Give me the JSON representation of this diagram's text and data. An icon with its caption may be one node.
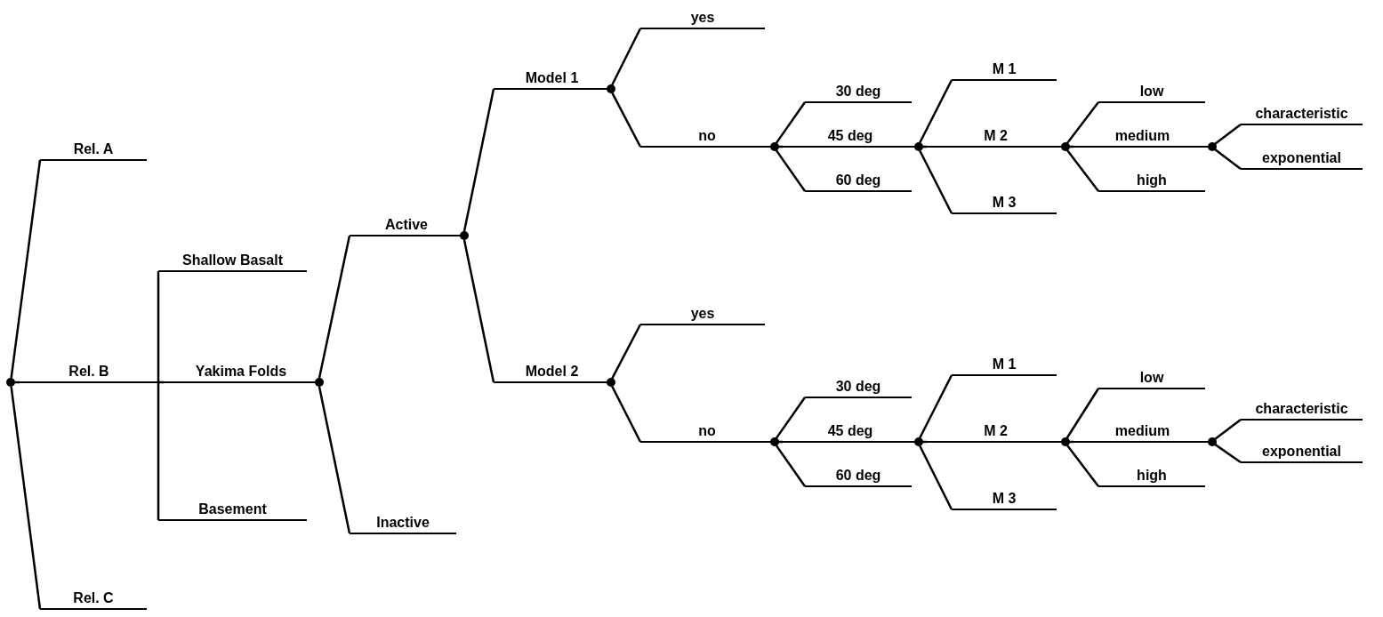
{
  "diagram": {
    "nodes": [
      {
        "text": [],
        "shape": "circle"
      },
      {
        "text": [
          "Rel. A"
        ]
      },
      {
        "text": [
          "Rel. B"
        ]
      },
      {
        "text": [
          "Rel. C"
        ]
      },
      {
        "text": [
          "Shallow Basalt"
        ]
      },
      {
        "text": [
          "Yakima Folds"
        ]
      },
      {
        "text": [
          "Basement"
        ]
      },
      {
        "text": [
          "Active"
        ]
      },
      {
        "text": [
          "Inactive"
        ]
      },
      {
        "text": [
          "Model 1"
        ]
      },
      {
        "text": [
          "yes"
        ]
      },
      {
        "text": [
          "no"
        ]
      },
      {
        "text": [
          "30 deg"
        ]
      },
      {
        "text": [
          "45 deg"
        ]
      },
      {
        "text": [
          "60 deg"
        ]
      },
      {
        "text": [
          "M 1"
        ]
      },
      {
        "text": [
          "M 2"
        ]
      },
      {
        "text": [
          "M 3"
        ]
      },
      {
        "text": [
          "low"
        ]
      },
      {
        "text": [
          "medium"
        ]
      },
      {
        "text": [
          "high"
        ]
      },
      {
        "text": [
          "characteristic"
        ]
      },
      {
        "text": [
          "exponential"
        ]
      },
      {
        "text": [
          "Model 2"
        ]
      },
      {
        "text": [
          "yes"
        ]
      },
      {
        "text": [
          "no"
        ]
      },
      {
        "text": [
          "30 deg"
        ]
      },
      {
        "text": [
          "45 deg"
        ]
      },
      {
        "text": [
          "60 deg"
        ]
      },
      {
        "text": [
          "M 1"
        ]
      },
      {
        "text": [
          "M 2"
        ]
      },
      {
        "text": [
          "M 3"
        ]
      },
      {
        "text": [
          "low"
        ]
      },
      {
        "text": [
          "medium"
        ]
      },
      {
        "text": [
          "high"
        ]
      },
      {
        "text": [
          "characteristic"
        ]
      },
      {
        "text": [
          "exponential"
        ]
      }
    ],
    "edges": [
      {
        "from": 0,
        "to": 1,
        "arrow": "none"
      },
      {
        "from": 0,
        "to": 2,
        "arrow": "none"
      },
      {
        "from": 0,
        "to": 3,
        "arrow": "none"
      },
      {
        "from": 2,
        "to": 4,
        "arrow": "none"
      },
      {
        "from": 2,
        "to": 5,
        "arrow": "none"
      },
      {
        "from": 2,
        "to": 6,
        "arrow": "none"
      },
      {
        "from": 5,
        "to": 7,
        "arrow": "none"
      },
      {
        "from": 5,
        "to": 8,
        "arrow": "none"
      },
      {
        "from": 7,
        "to": 9,
        "arrow": "none"
      },
      {
        "from": 7,
        "to": 23,
        "arrow": "none"
      },
      {
        "from": 9,
        "to": 10,
        "arrow": "none"
      },
      {
        "from": 9,
        "to": 11,
        "arrow": "none"
      },
      {
        "from": 11,
        "to": 12,
        "arrow": "none"
      },
      {
        "from": 11,
        "to": 13,
        "arrow": "none"
      },
      {
        "from": 11,
        "to": 14,
        "arrow": "none"
      },
      {
        "from": 13,
        "to": 15,
        "arrow": "none"
      },
      {
        "from": 13,
        "to": 16,
        "arrow": "none"
      },
      {
        "from": 13,
        "to": 17,
        "arrow": "none"
      },
      {
        "from": 16,
        "to": 18,
        "arrow": "none"
      },
      {
        "from": 16,
        "to": 19,
        "arrow": "none"
      },
      {
        "from": 16,
        "to": 20,
        "arrow": "none"
      },
      {
        "from": 19,
        "to": 21,
        "arrow": "none"
      },
      {
        "from": 19,
        "to": 22,
        "arrow": "none"
      },
      {
        "from": 23,
        "to": 24,
        "arrow": "none"
      },
      {
        "from": 23,
        "to": 25,
        "arrow": "none"
      },
      {
        "from": 25,
        "to": 26,
        "arrow": "none"
      },
      {
        "from": 25,
        "to": 27,
        "arrow": "none"
      },
      {
        "from": 25,
        "to": 28,
        "arrow": "none"
      },
      {
        "from": 27,
        "to": 29,
        "arrow": "none"
      },
      {
        "from": 27,
        "to": 30,
        "arrow": "none"
      },
      {
        "from": 27,
        "to": 31,
        "arrow": "none"
      },
      {
        "from": 30,
        "to": 32,
        "arrow": "none"
      },
      {
        "from": 30,
        "to": 33,
        "arrow": "none"
      },
      {
        "from": 30,
        "to": 34,
        "arrow": "none"
      },
      {
        "from": 33,
        "to": 35,
        "arrow": "none"
      },
      {
        "from": 33,
        "to": 36,
        "arrow": "none"
      }
    ]
  }
}
